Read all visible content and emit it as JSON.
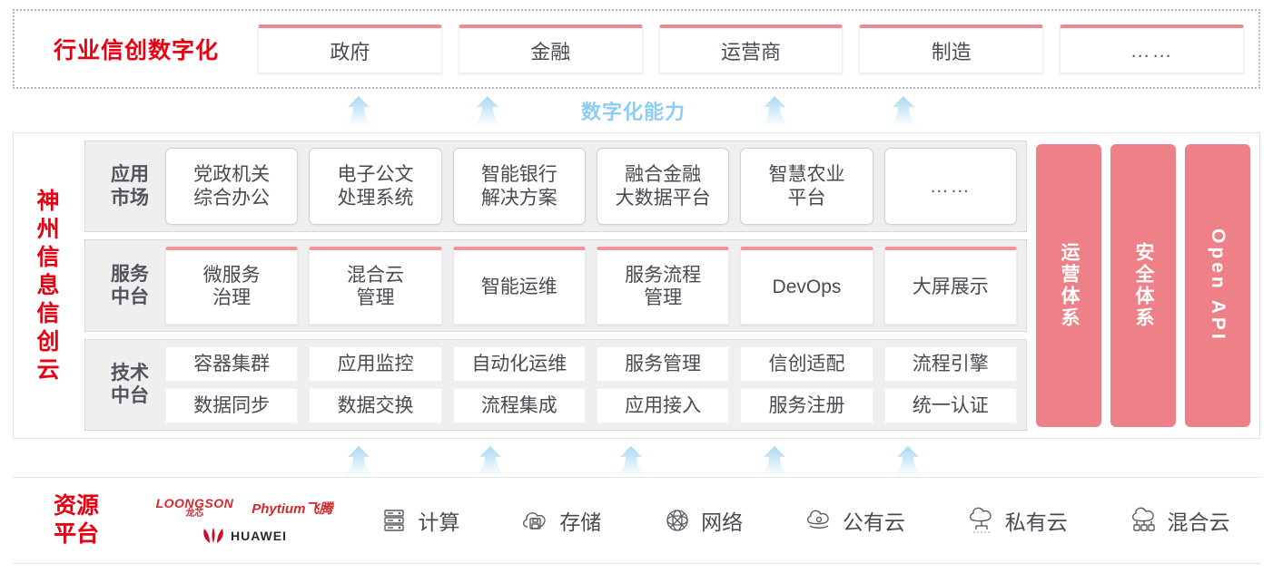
{
  "industry": {
    "title": "行业信创数字化",
    "boxes": [
      {
        "label": "政府"
      },
      {
        "label": "金融"
      },
      {
        "label": "运营商"
      },
      {
        "label": "制造"
      },
      {
        "label": "……"
      }
    ]
  },
  "capability": {
    "label": "数字化能力",
    "arrow_color": "#bfe2f7",
    "label_color": "#8ecdf2"
  },
  "cloud": {
    "title": "神州信息信创云",
    "title_chars": [
      "神",
      "州",
      "信",
      "息",
      "信",
      "创",
      "云"
    ],
    "rows": [
      {
        "label": "应用市场",
        "label_lines": [
          "应用",
          "市场"
        ],
        "style": "app",
        "items": [
          {
            "lines": [
              "党政机关",
              "综合办公"
            ]
          },
          {
            "lines": [
              "电子公文",
              "处理系统"
            ]
          },
          {
            "lines": [
              "智能银行",
              "解决方案"
            ]
          },
          {
            "lines": [
              "融合金融",
              "大数据平台"
            ]
          },
          {
            "lines": [
              "智慧农业",
              "平台"
            ]
          },
          {
            "lines": [
              "……"
            ],
            "dots": true
          }
        ]
      },
      {
        "label": "服务中台",
        "label_lines": [
          "服务",
          "中台"
        ],
        "style": "svc",
        "items": [
          {
            "lines": [
              "微服务",
              "治理"
            ]
          },
          {
            "lines": [
              "混合云",
              "管理"
            ]
          },
          {
            "lines": [
              "智能运维"
            ]
          },
          {
            "lines": [
              "服务流程",
              "管理"
            ]
          },
          {
            "lines": [
              "DevOps"
            ]
          },
          {
            "lines": [
              "大屏展示"
            ]
          }
        ]
      },
      {
        "label": "技术中台",
        "label_lines": [
          "技术",
          "中台"
        ],
        "style": "tech",
        "rows": [
          [
            "容器集群",
            "应用监控",
            "自动化运维",
            "服务管理",
            "信创适配",
            "流程引擎"
          ],
          [
            "数据同步",
            "数据交换",
            "流程集成",
            "应用接入",
            "服务注册",
            "统一认证"
          ]
        ]
      }
    ],
    "pillars": [
      {
        "label": "运营体系",
        "orientation": "upright"
      },
      {
        "label": "安全体系",
        "orientation": "upright"
      },
      {
        "label": "Open API",
        "orientation": "mixed"
      }
    ],
    "pillar_color": "#ee8087"
  },
  "resource": {
    "title": "资源平台",
    "title_lines": [
      "资源",
      "平台"
    ],
    "vendors": [
      {
        "name_en": "LOONGSON",
        "name_cn": "龙芯",
        "logo": "loongson-logo"
      },
      {
        "name_en": "Phytium飞腾",
        "logo": "phytium-logo"
      },
      {
        "name_en": "HUAWEI",
        "logo": "huawei-logo"
      }
    ],
    "items": [
      {
        "label": "计算",
        "icon": "server-rack-icon"
      },
      {
        "label": "存储",
        "icon": "cloud-storage-icon"
      },
      {
        "label": "网络",
        "icon": "network-mesh-icon"
      },
      {
        "label": "公有云",
        "icon": "public-cloud-icon"
      },
      {
        "label": "私有云",
        "icon": "private-cloud-icon"
      },
      {
        "label": "混合云",
        "icon": "hybrid-cloud-icon"
      }
    ]
  },
  "colors": {
    "brand_red": "#e60012",
    "pink": "#ee8087",
    "pink_cap": "#f08a90",
    "arrow_blue": "#bfe2f7",
    "band_bg": "#efefef",
    "text_dark": "#4a4a55"
  }
}
